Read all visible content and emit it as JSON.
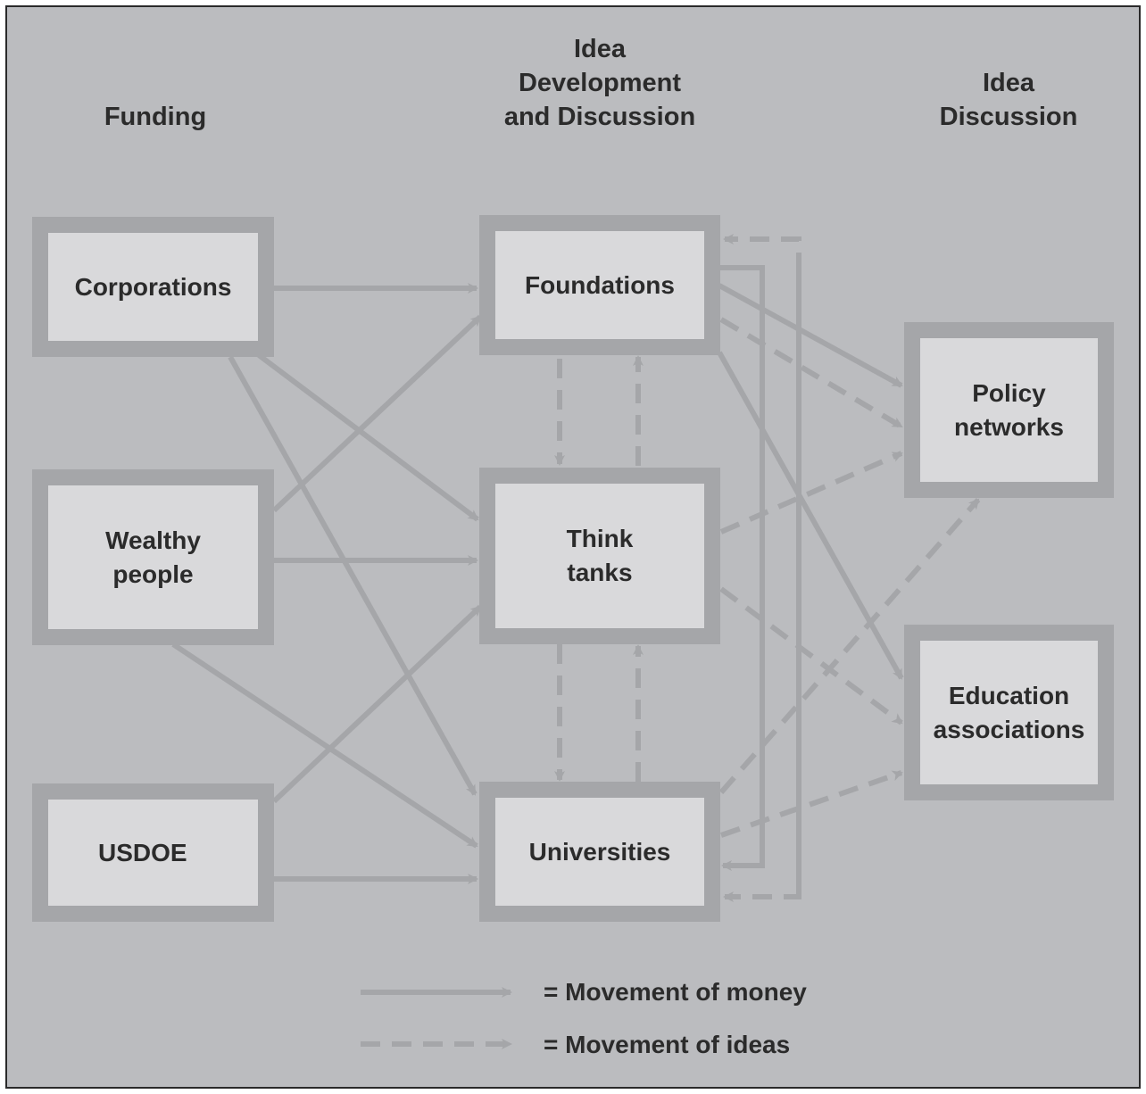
{
  "headers": {
    "funding": "Funding",
    "development": "Idea\nDevelopment\nand Discussion",
    "discussion": "Idea\nDiscussion"
  },
  "nodes": {
    "corporations": "Corporations",
    "wealthy_people": "Wealthy\npeople",
    "usdoe": "USDOE",
    "foundations": "Foundations",
    "think_tanks": "Think\ntanks",
    "universities": "Universities",
    "policy_networks": "Policy\nnetworks",
    "education_associations": "Education\nassociations"
  },
  "legend": {
    "money": "= Movement of money",
    "ideas": "= Movement of ideas"
  },
  "flows": {
    "money": [
      [
        "corporations",
        "foundations"
      ],
      [
        "corporations",
        "think_tanks"
      ],
      [
        "corporations",
        "universities"
      ],
      [
        "wealthy_people",
        "foundations"
      ],
      [
        "wealthy_people",
        "think_tanks"
      ],
      [
        "wealthy_people",
        "universities"
      ],
      [
        "usdoe",
        "think_tanks"
      ],
      [
        "usdoe",
        "universities"
      ],
      [
        "foundations",
        "policy_networks"
      ],
      [
        "foundations",
        "education_associations"
      ],
      [
        "foundations",
        "universities"
      ]
    ],
    "ideas": [
      [
        "foundations",
        "think_tanks"
      ],
      [
        "think_tanks",
        "foundations"
      ],
      [
        "think_tanks",
        "universities"
      ],
      [
        "universities",
        "think_tanks"
      ],
      [
        "foundations",
        "policy_networks"
      ],
      [
        "think_tanks",
        "policy_networks"
      ],
      [
        "think_tanks",
        "education_associations"
      ],
      [
        "universities",
        "policy_networks"
      ],
      [
        "universities",
        "education_associations"
      ],
      [
        "universities",
        "foundations"
      ],
      [
        "foundations",
        "universities"
      ]
    ]
  },
  "colors": {
    "background": "#bbbcbf",
    "box_fill": "#d9d9db",
    "box_border": "#a5a6a9",
    "arrow": "#a5a6a9",
    "text": "#2b2b2b"
  }
}
